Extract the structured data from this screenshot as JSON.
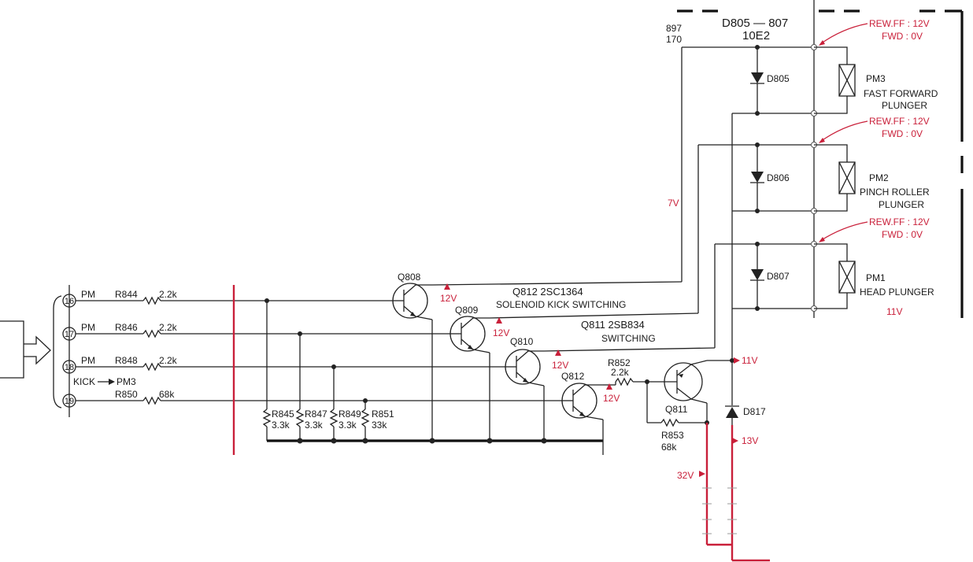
{
  "connector": {
    "pins": [
      {
        "num": "16",
        "label": "PM"
      },
      {
        "num": "17",
        "label": "PM"
      },
      {
        "num": "18",
        "label": "PM"
      },
      {
        "num": "19",
        "label": "KICK"
      }
    ],
    "kick_target": "PM3"
  },
  "resistors": {
    "r844": {
      "ref": "R844",
      "value": "2.2k"
    },
    "r846": {
      "ref": "R846",
      "value": "2.2k"
    },
    "r848": {
      "ref": "R848",
      "value": "2.2k"
    },
    "r850": {
      "ref": "R850",
      "value": "68k"
    },
    "r845": {
      "ref": "R845",
      "value": "3.3k"
    },
    "r847": {
      "ref": "R847",
      "value": "3.3k"
    },
    "r849": {
      "ref": "R849",
      "value": "3.3k"
    },
    "r851": {
      "ref": "R851",
      "value": "33k"
    },
    "r852": {
      "ref": "R852",
      "value": "2.2k"
    },
    "r853": {
      "ref": "R853",
      "value": "68k"
    }
  },
  "transistors": {
    "q808": "Q808",
    "q809": "Q809",
    "q810": "Q810",
    "q812": "Q812",
    "q811": "Q811"
  },
  "notes": {
    "q812_title": "Q812   2SC1364",
    "q812_desc": "SOLENOID  KICK SWITCHING",
    "q811_title": "Q811   2SB834",
    "q811_desc": "SWITCHING",
    "diode_group": "D805 — 807",
    "diode_group_pos": "10E2",
    "edge_top": "897",
    "edge_bottom": "170",
    "left_v": "7V"
  },
  "diodes": {
    "d805": "D805",
    "d806": "D806",
    "d807": "D807",
    "d817": "D817"
  },
  "plungers": [
    {
      "ref": "PM3",
      "line1": "FAST FORWARD",
      "line2": "PLUNGER"
    },
    {
      "ref": "PM2",
      "line1": "PINCH ROLLER",
      "line2": "PLUNGER"
    },
    {
      "ref": "PM1",
      "line1": "HEAD PLUNGER",
      "line2": ""
    }
  ],
  "voltages": {
    "rew_ff": "REW.FF : 12V",
    "fwd": "FWD : 0V",
    "v12": "12V",
    "v11": "11V",
    "v13": "13V",
    "v32": "32V"
  },
  "colors": {
    "wire": "#222222",
    "red": "#c9203a"
  }
}
